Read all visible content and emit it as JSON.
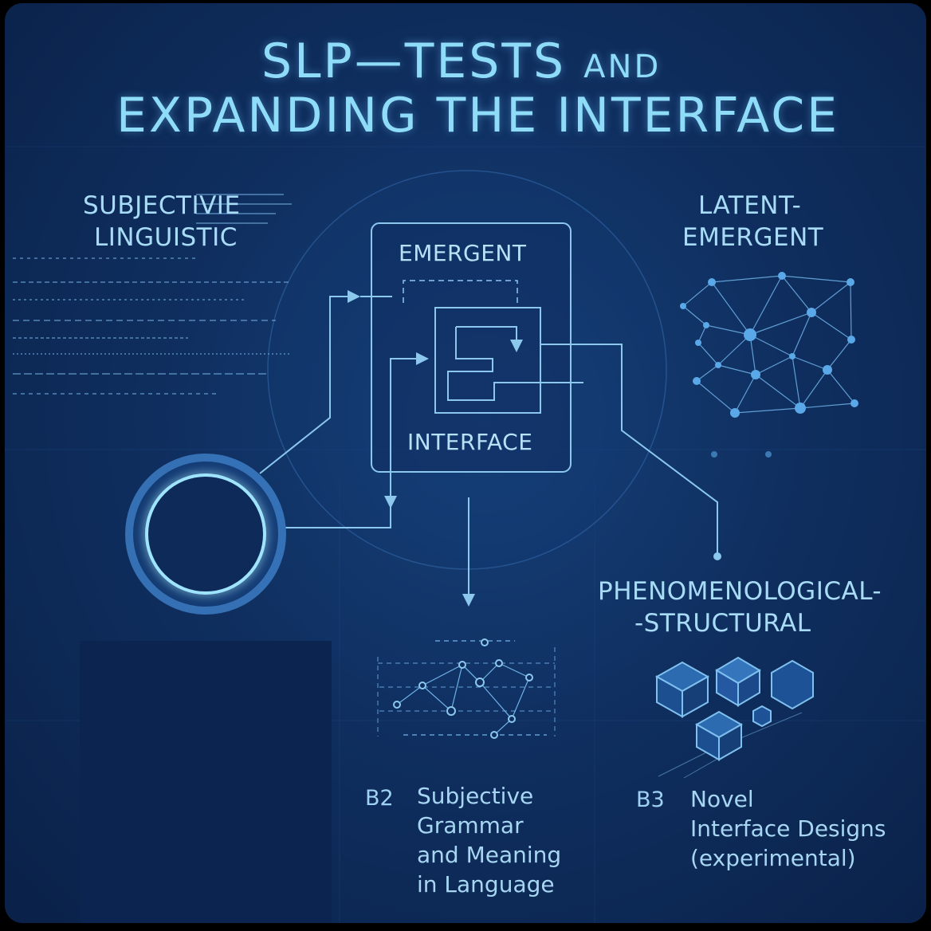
{
  "title": {
    "line1_main": "SLP—TESTS",
    "line1_small": "AND",
    "line2": "EXPANDING THE INTERFACE"
  },
  "labels": {
    "top_left_1": "SUBJECTIVIE",
    "top_left_2": "LINGUISTIC",
    "top_right_1": "LATENT-",
    "top_right_2": "EMERGENT",
    "center_top": "EMERGENT",
    "center_bottom": "INTERFACE",
    "mid_right_1": "PHENOMENOLOGICAL-",
    "mid_right_2": "-STRUCTURAL"
  },
  "items": [
    {
      "code": "B2",
      "lines": [
        "Subjective",
        "Grammar",
        "and Meaning",
        "in Language"
      ]
    },
    {
      "code": "B3",
      "lines": [
        "Novel",
        "Interface Designs",
        "(experimental)"
      ]
    }
  ],
  "colors": {
    "background": "#0f2f60",
    "line": "#8cc8ee",
    "node": "#5aa8e8",
    "text": "#a8dcf6"
  }
}
